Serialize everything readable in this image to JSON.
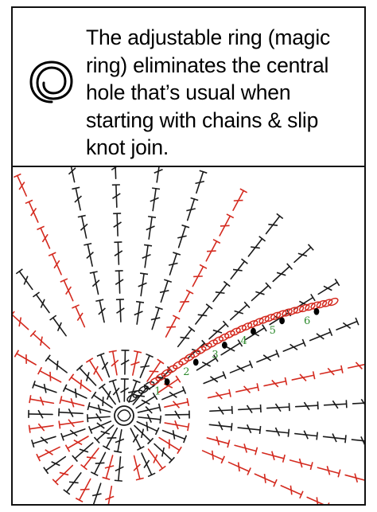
{
  "caption": {
    "text": "The adjustable ring (magic ring) eliminates the central hole that’s usual when starting with chains & slip knot join."
  },
  "icons": {
    "ring": "adjustable-ring-icon"
  },
  "colors": {
    "dark_stitch": "#1a1a1a",
    "red_stitch": "#d42a1f",
    "round_label": "#2e8b2e",
    "border": "#111111"
  },
  "diagram": {
    "round_labels": [
      "1",
      "2",
      "3",
      "4",
      "5",
      "6"
    ]
  }
}
